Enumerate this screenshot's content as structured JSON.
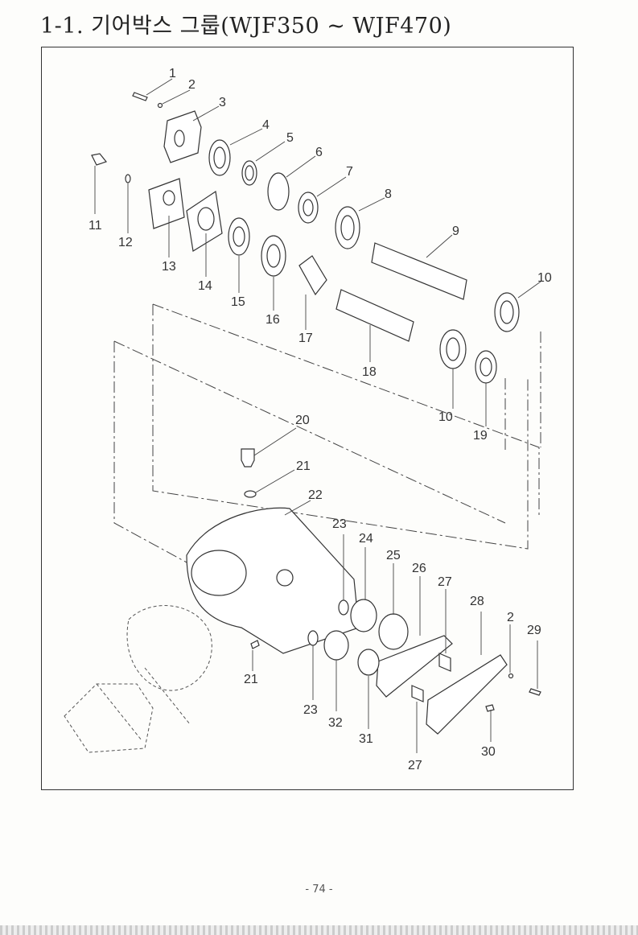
{
  "page": {
    "title": "1-1. 기어박스 그룹(WJF350 ~ WJF470)",
    "page_number": "- 74 -"
  },
  "diagram": {
    "labels": [
      "1",
      "2",
      "3",
      "4",
      "5",
      "6",
      "7",
      "8",
      "9",
      "10",
      "11",
      "12",
      "13",
      "14",
      "15",
      "16",
      "17",
      "18",
      "10",
      "19",
      "20",
      "21",
      "22",
      "23",
      "24",
      "25",
      "26",
      "27",
      "28",
      "2",
      "29",
      "21",
      "23",
      "32",
      "31",
      "27",
      "30"
    ]
  }
}
